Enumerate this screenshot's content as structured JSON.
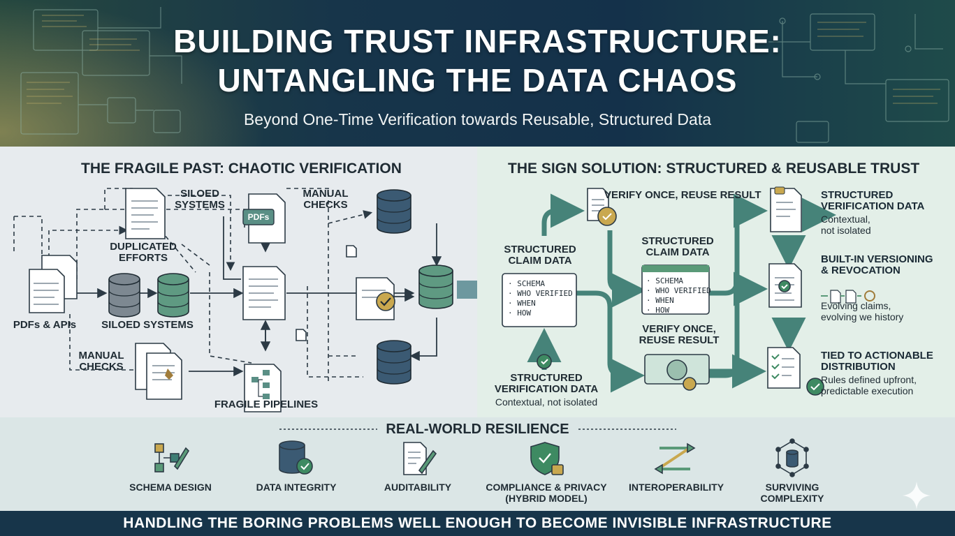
{
  "header": {
    "title_line1": "BUILDING TRUST INFRASTRUCTURE:",
    "title_line2": "UNTANGLING THE DATA CHAOS",
    "subtitle": "Beyond One-Time Verification towards Reusable, Structured Data"
  },
  "left": {
    "heading": "THE FRAGILE PAST: CHAOTIC VERIFICATION",
    "labels": {
      "siloed_top": "SILOED\nSYSTEMS",
      "manual_top": "MANUAL\nCHECKS",
      "duplicated": "DUPLICATED\nEFFORTS",
      "pdfs_apis": "PDFs & APIs",
      "siloed_mid": "SILOED SYSTEMS",
      "manual_bottom": "MANUAL\nCHECKS",
      "fragile": "FRAGILE PIPELINES",
      "pdfs_tag": "PDFs"
    }
  },
  "right": {
    "heading": "THE SIGN SOLUTION: STRUCTURED & REUSABLE TRUST",
    "verify_top": "VERIFY ONCE, REUSE RESULT",
    "claim_left_title": "STRUCTURED\nCLAIM DATA",
    "claim_left_items": [
      "· SCHEMA",
      "· WHO VERIFIED",
      "· WHEN",
      "· HOW"
    ],
    "claim_mid_title": "STRUCTURED\nCLAIM DATA",
    "claim_mid_items": [
      "· SCHEMA",
      "· WHO VERIFIED",
      "· WHEN",
      "· HOW"
    ],
    "verify_mid": "VERIFY ONCE,\nREUSE RESULT",
    "svd_title": "STRUCTURED\nVERIFICATION DATA",
    "svd_sub": "Contextual, not isolated",
    "feature1_title": "STRUCTURED\nVERIFICATION DATA",
    "feature1_sub": "Contextual,\nnot isolated",
    "feature2_title": "BUILT-IN VERSIONING\n& REVOCATION",
    "feature2_sub": "Evolving claims,\nevolving we history",
    "feature3_title": "TIED TO ACTIONABLE\nDISTRIBUTION",
    "feature3_sub": "Rules defined upfront,\npredictable execution"
  },
  "resilience": {
    "heading": "REAL-WORLD RESILIENCE",
    "items": [
      {
        "label": "SCHEMA DESIGN",
        "icon": "schema-design-icon"
      },
      {
        "label": "DATA INTEGRITY",
        "icon": "database-check-icon"
      },
      {
        "label": "AUDITABILITY",
        "icon": "document-pencil-icon"
      },
      {
        "label": "COMPLIANCE & PRIVACY\n(HYBRID MODEL)",
        "icon": "shield-lock-icon"
      },
      {
        "label": "INTEROPERABILITY",
        "icon": "crossed-arrows-icon"
      },
      {
        "label": "SURVIVING\nCOMPLEXITY",
        "icon": "network-database-icon"
      }
    ]
  },
  "footer": {
    "text": "HANDLING THE BORING PROBLEMS WELL ENOUGH TO BECOME INVISIBLE INFRASTRUCTURE"
  },
  "colors": {
    "navy": "#17354a",
    "teal": "#3e7e74",
    "green": "#5a9a78",
    "slate_db": "#3b5a73",
    "dark_text": "#1f2b33"
  }
}
